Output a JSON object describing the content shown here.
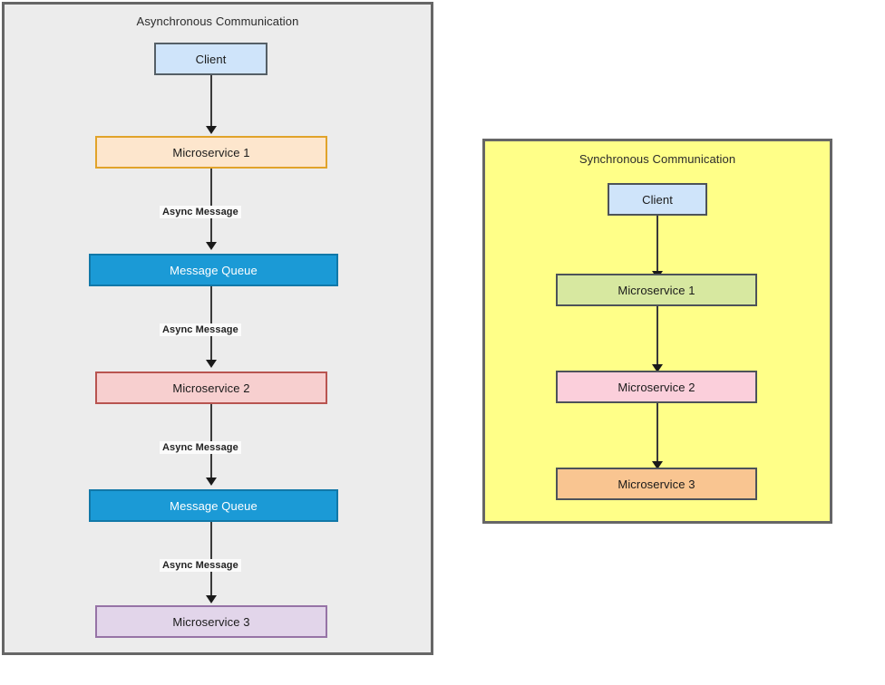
{
  "diagram": {
    "title_async": "Asynchronous Communication",
    "title_sync": "Synchronous Communication",
    "colors": {
      "async_panel_bg": "#ececec",
      "async_panel_border": "#666666",
      "sync_panel_bg": "#ffff88",
      "sync_panel_border": "#4d5359",
      "client_fill": "#cfe4fa",
      "client_border": "#555f66",
      "microservice1_async_fill": "#fde6cd",
      "microservice1_async_border": "#e1a32a",
      "queue_fill": "#1b9ad6",
      "queue_border": "#1178a8",
      "queue_text": "#ffffff",
      "microservice2_async_fill": "#f7cfcf",
      "microservice2_async_border": "#b85450",
      "microservice3_async_fill": "#e2d5ea",
      "microservice3_async_border": "#9673a6",
      "microservice1_sync_fill": "#d7e8a0",
      "microservice2_sync_fill": "#fbcfdb",
      "microservice3_sync_fill": "#f9c591",
      "connector": "#3a3a3a",
      "label_bg": "#fbfbfb"
    }
  },
  "async_panel": {
    "title": "Asynchronous Communication",
    "nodes": [
      {
        "id": "client",
        "label": "Client"
      },
      {
        "id": "microservice-1",
        "label": "Microservice 1"
      },
      {
        "id": "message-queue-1",
        "label": "Message Queue"
      },
      {
        "id": "microservice-2",
        "label": "Microservice 2"
      },
      {
        "id": "message-queue-2",
        "label": "Message Queue"
      },
      {
        "id": "microservice-3",
        "label": "Microservice 3"
      }
    ],
    "edges": [
      {
        "from": "client",
        "to": "microservice-1",
        "label": ""
      },
      {
        "from": "microservice-1",
        "to": "message-queue-1",
        "label": "Async Message"
      },
      {
        "from": "message-queue-1",
        "to": "microservice-2",
        "label": "Async Message"
      },
      {
        "from": "microservice-2",
        "to": "message-queue-2",
        "label": "Async Message"
      },
      {
        "from": "message-queue-2",
        "to": "microservice-3",
        "label": "Async Message"
      }
    ]
  },
  "sync_panel": {
    "title": "Synchronous Communication",
    "nodes": [
      {
        "id": "client",
        "label": "Client"
      },
      {
        "id": "microservice-1",
        "label": "Microservice 1"
      },
      {
        "id": "microservice-2",
        "label": "Microservice 2"
      },
      {
        "id": "microservice-3",
        "label": "Microservice 3"
      }
    ],
    "edges": [
      {
        "from": "client",
        "to": "microservice-1",
        "label": ""
      },
      {
        "from": "microservice-1",
        "to": "microservice-2",
        "label": ""
      },
      {
        "from": "microservice-2",
        "to": "microservice-3",
        "label": ""
      }
    ]
  }
}
